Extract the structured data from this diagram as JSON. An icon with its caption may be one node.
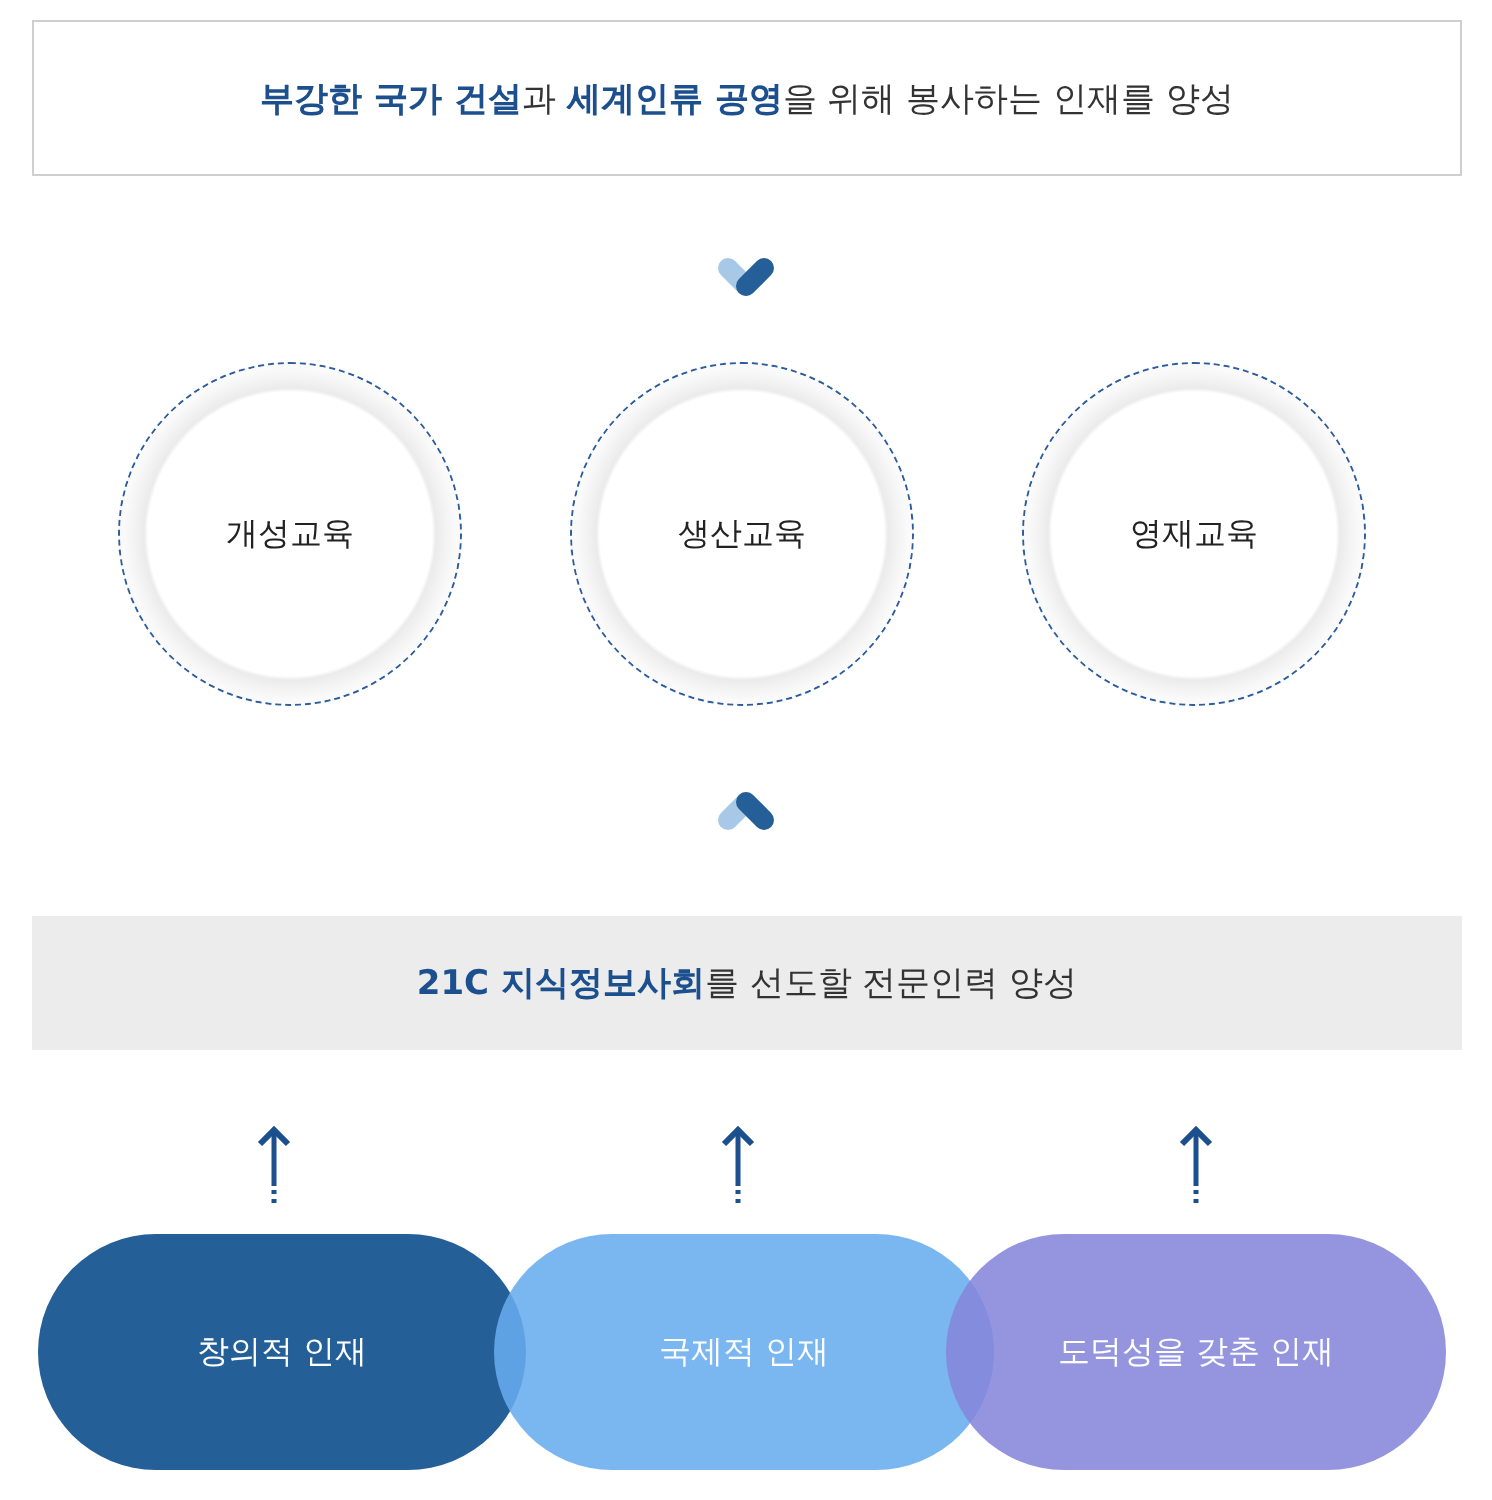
{
  "diagram": {
    "nodes": [
      {
        "text": [
          "**부강한 국가 건설**과 **세계인류 공영**을 위해 봉사하는 인재를 양성"
        ]
      },
      {
        "text": [
          "개성교육"
        ]
      },
      {
        "text": [
          "생산교육"
        ]
      },
      {
        "text": [
          "영재교육"
        ]
      },
      {
        "text": [
          "**21C 지식정보사회**를 선도할 전문인력 양성"
        ]
      },
      {
        "text": [
          "창의적 인재"
        ]
      },
      {
        "text": [
          "국제적 인재"
        ]
      },
      {
        "text": [
          "도덕성을 갖춘 인재"
        ]
      }
    ],
    "edges": [
      {
        "from": 5,
        "to": 4,
        "arrow": "to"
      },
      {
        "from": 6,
        "to": 4,
        "arrow": "to"
      },
      {
        "from": 7,
        "to": 4,
        "arrow": "to"
      }
    ]
  }
}
